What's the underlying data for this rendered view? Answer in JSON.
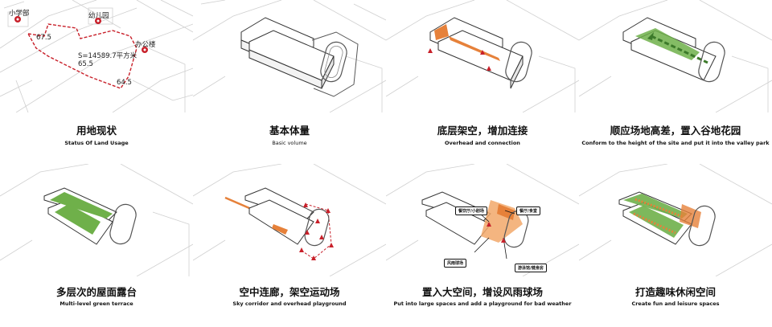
{
  "panels": [
    {
      "title_zh": "用地现状",
      "title_en": "Status Of Land Usage"
    },
    {
      "title_zh": "基本体量",
      "title_en": "Basic volume"
    },
    {
      "title_zh": "底层架空，增加连接",
      "title_en": "Overhead and connection"
    },
    {
      "title_zh": "顺应场地高差，置入谷地花园",
      "title_en": "Conform to the height of the site and put it into the valley park"
    },
    {
      "title_zh": "多层次的屋面露台",
      "title_en": "Multi-level green terrace"
    },
    {
      "title_zh": "空中连廊，架空运动场",
      "title_en": "Sky corridor and overhead playground"
    },
    {
      "title_zh": "置入大空间，增设风雨球场",
      "title_en": "Put into large spaces and add a playground for bad weather"
    },
    {
      "title_zh": "打造趣味休闲空间",
      "title_en": "Create fun and leisure spaces"
    }
  ],
  "site_labels": {
    "primary_school": "小学部",
    "kindergarten": "幼儿园",
    "office": "办公楼",
    "area": "S=14589.7平方米",
    "h1": "67.5",
    "h2": "65.5",
    "h3": "64.5"
  },
  "space_tags": {
    "restaurant": "餐饮厅/小剧场",
    "canteen": "餐厅/食堂",
    "rain_court": "风雨球场",
    "pool": "游泳馆/健身房"
  },
  "colors": {
    "accent_red": "#c8202a",
    "orange": "#e6813a",
    "green": "#6fb04a",
    "line": "#c9c9c9"
  }
}
